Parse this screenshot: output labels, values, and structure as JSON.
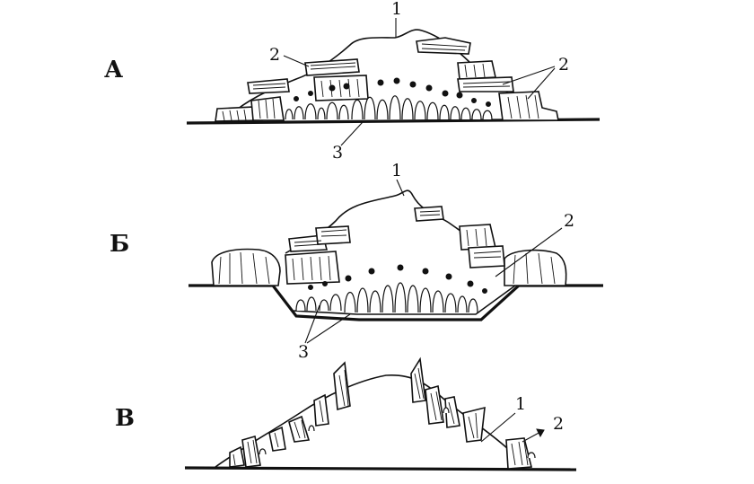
{
  "panels": [
    {
      "id": "A",
      "label": "А",
      "callouts": [
        "1",
        "2",
        "2",
        "3"
      ]
    },
    {
      "id": "B",
      "label": "Б",
      "callouts": [
        "1",
        "2",
        "3"
      ]
    },
    {
      "id": "V",
      "label": "В",
      "callouts": [
        "1",
        "2"
      ]
    }
  ]
}
